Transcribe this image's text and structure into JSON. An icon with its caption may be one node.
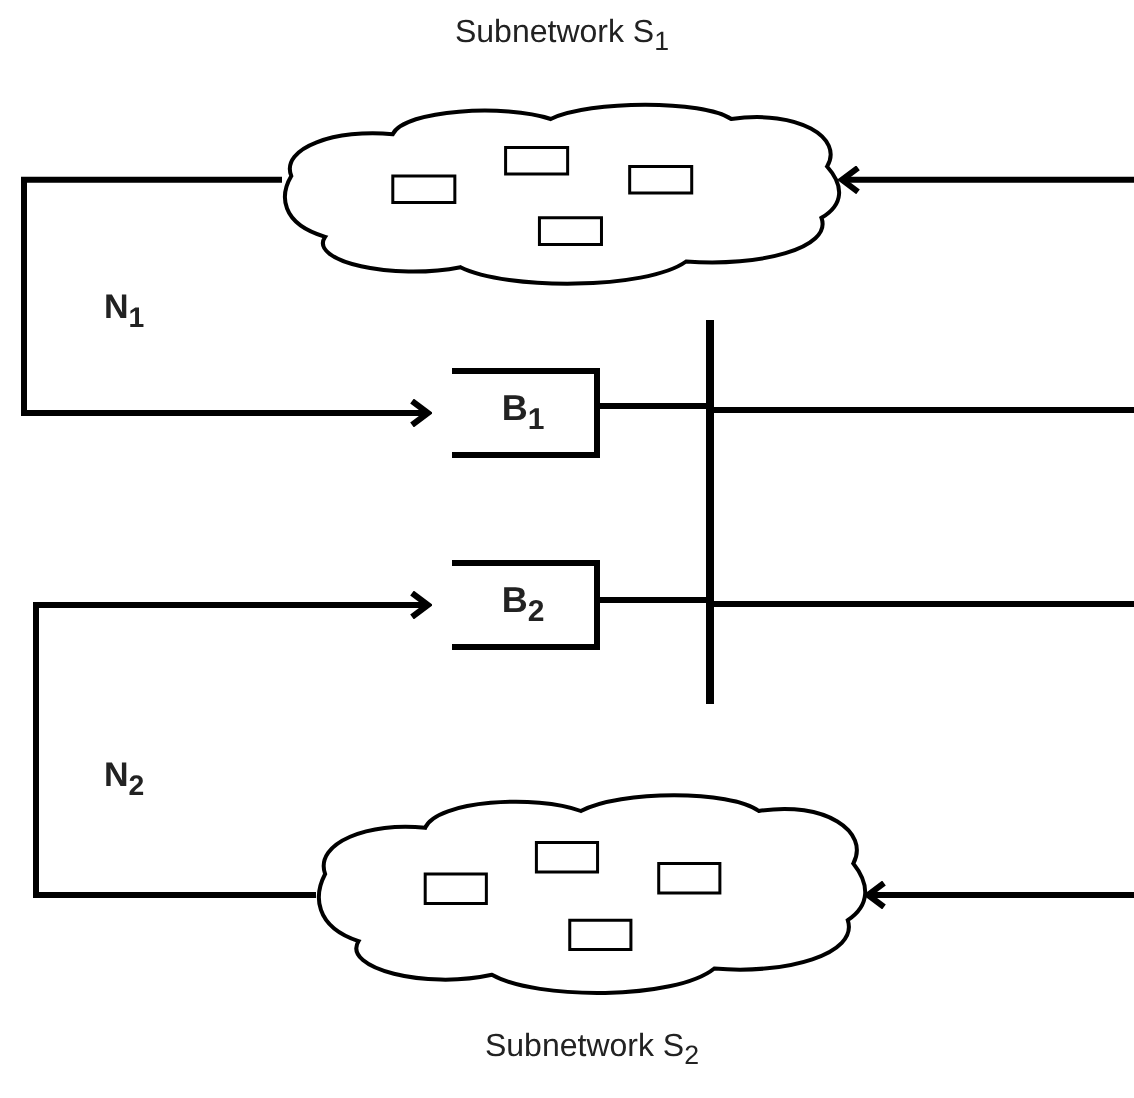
{
  "diagram": {
    "nodes": [
      {
        "text": [
          "Subnetwork S$_{1}$"
        ]
      },
      {
        "text": [
          "B$_{1}$"
        ]
      },
      {
        "text": [
          "B$_{2}$"
        ]
      },
      {
        "text": [
          "Subnetwork S$_{2}$"
        ]
      },
      {
        "text": [],
        "shape": "bar"
      }
    ],
    "edges": [
      {
        "from": 0,
        "to": 1,
        "arrow": "to",
        "label": "N$_{1}$"
      },
      {
        "from": null,
        "to": 0,
        "arrow": "to"
      },
      {
        "from": 1,
        "to": 4,
        "arrow": "none"
      },
      {
        "from": 4,
        "to": null,
        "arrow": "none"
      },
      {
        "from": 3,
        "to": 2,
        "arrow": "to",
        "label": "N$_{2}$"
      },
      {
        "from": null,
        "to": 3,
        "arrow": "to"
      },
      {
        "from": 2,
        "to": 4,
        "arrow": "none"
      },
      {
        "from": 4,
        "to": null,
        "arrow": "none"
      }
    ]
  }
}
